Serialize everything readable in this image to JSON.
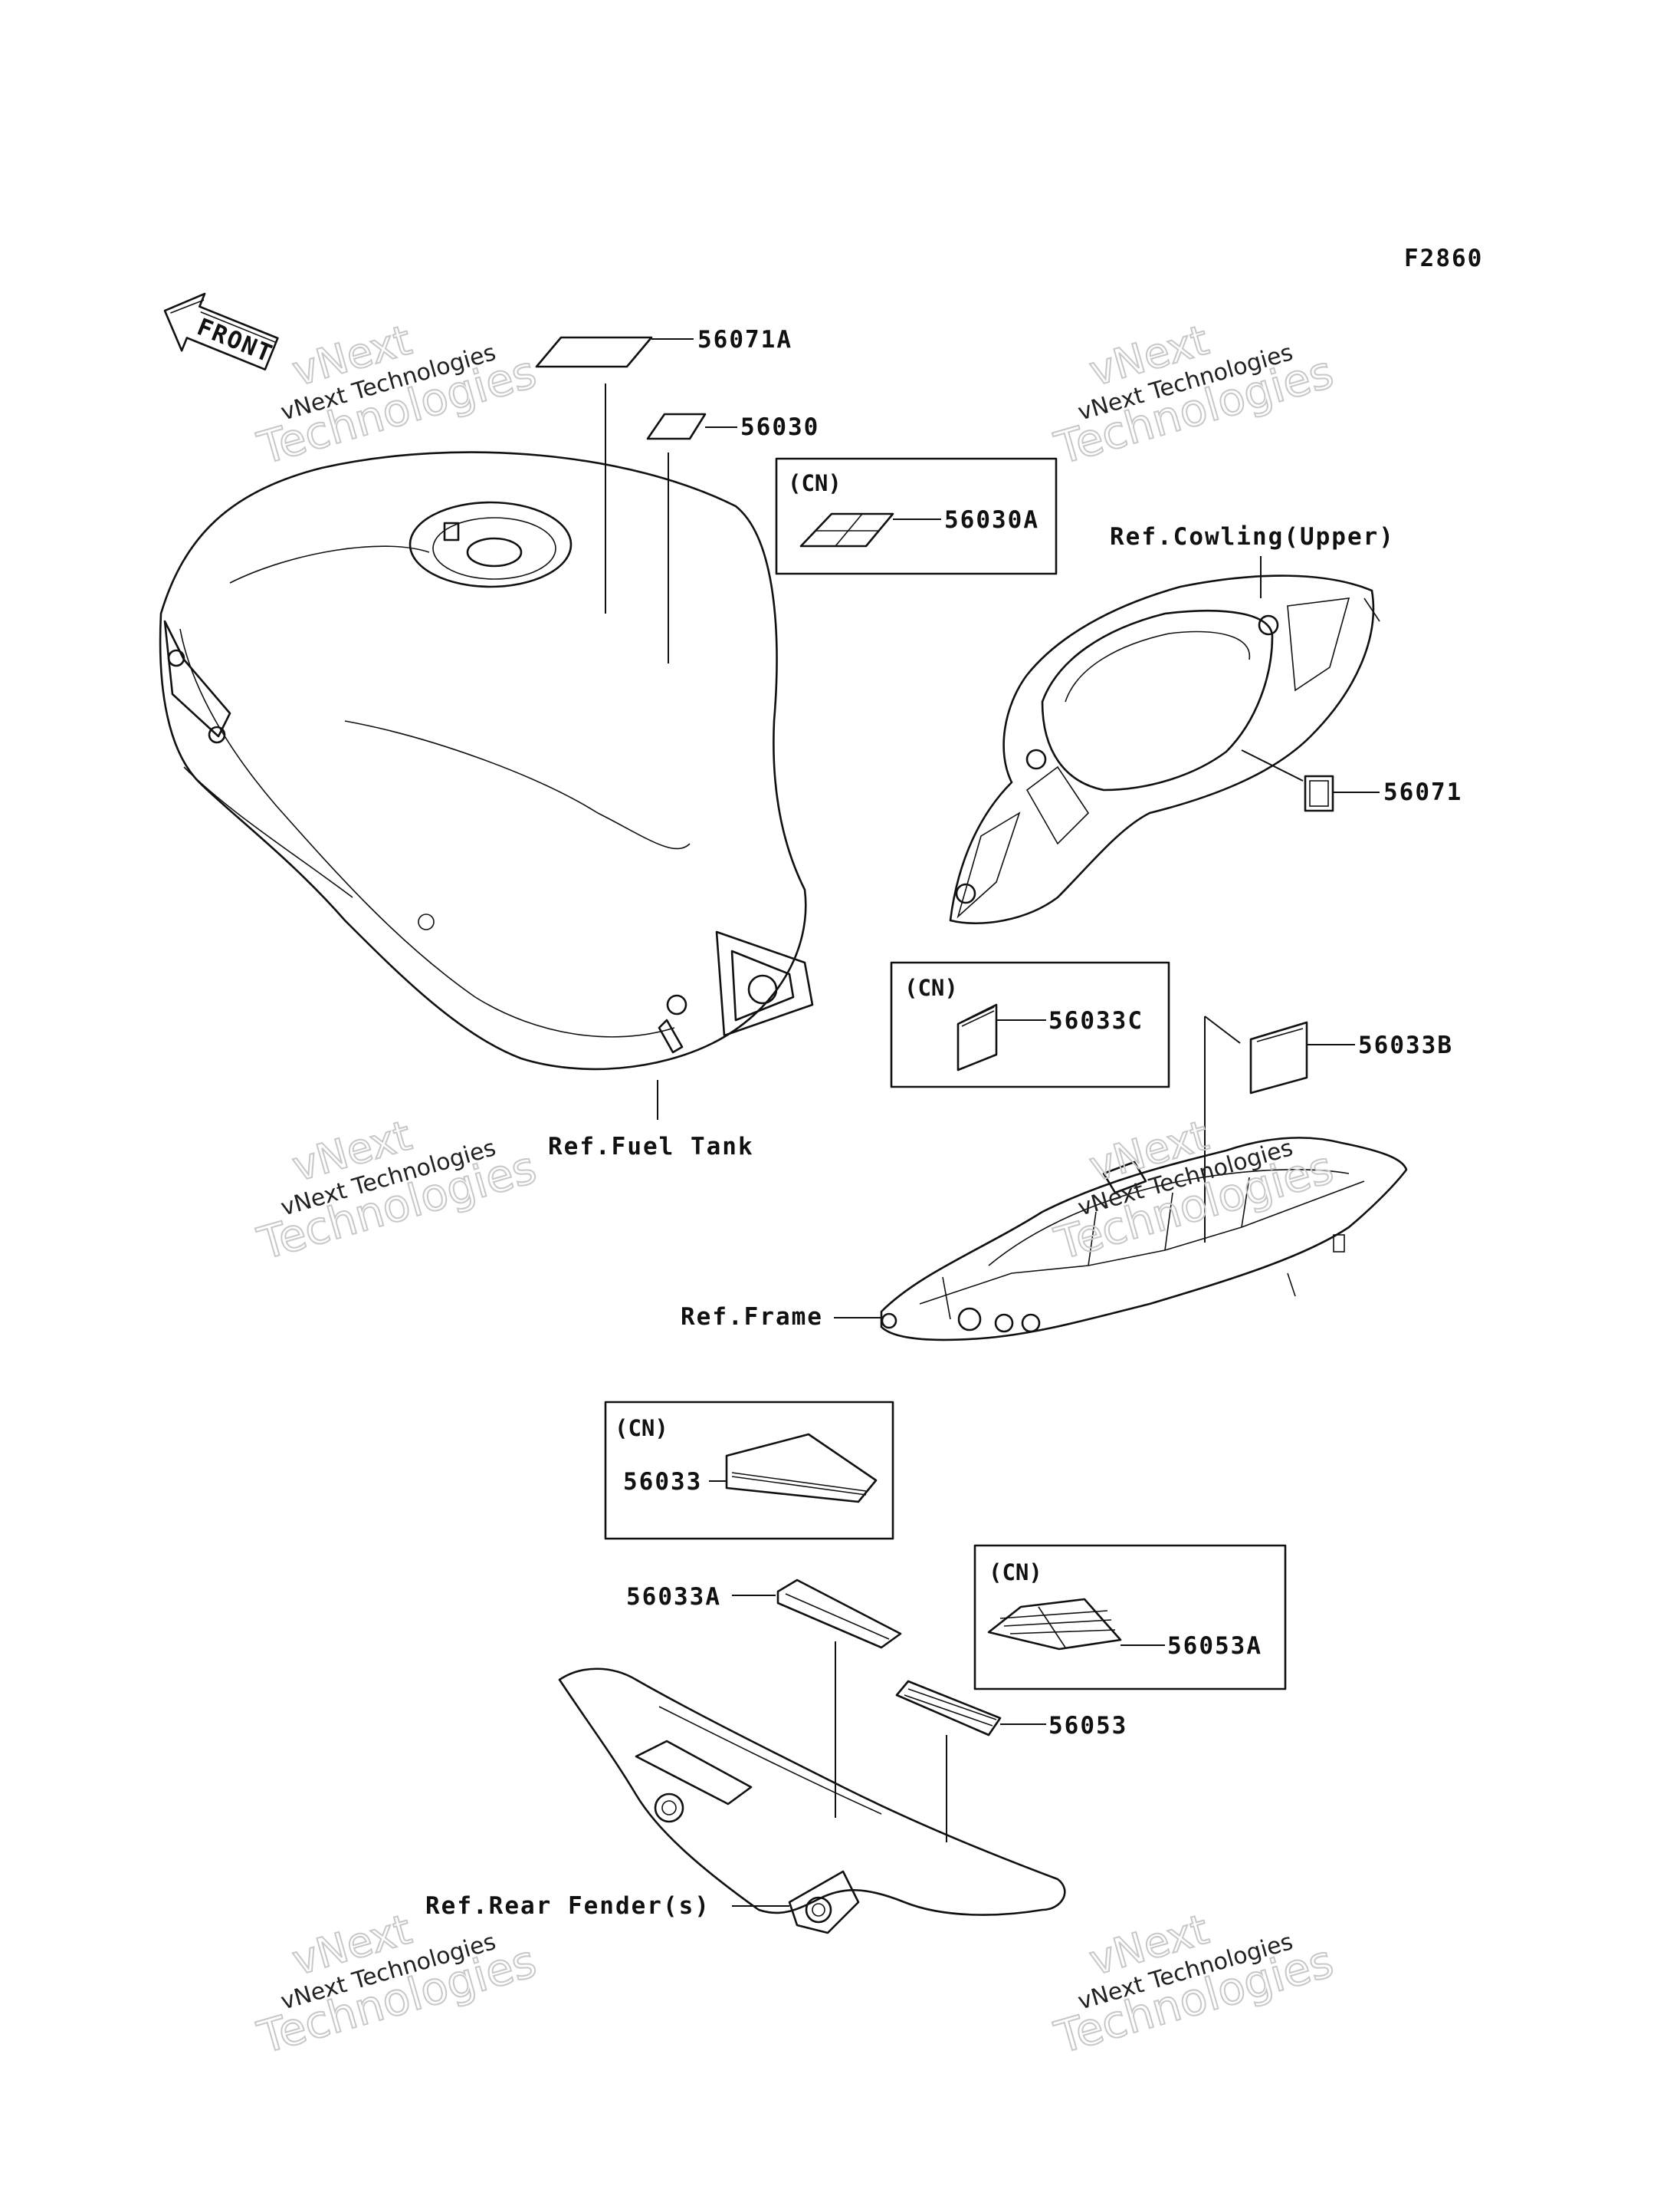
{
  "figure_code": "F2860",
  "front_label": "FRONT",
  "parts": {
    "p56071A": "56071A",
    "p56030": "56030",
    "p56030A": "56030A",
    "p56071": "56071",
    "p56033C": "56033C",
    "p56033B": "56033B",
    "p56033": "56033",
    "p56033A": "56033A",
    "p56053A": "56053A",
    "p56053": "56053"
  },
  "refs": {
    "cowling": "Ref.Cowling(Upper)",
    "fuel_tank": "Ref.Fuel Tank",
    "frame": "Ref.Frame",
    "rear_fender": "Ref.Rear Fender(s)"
  },
  "cn_tag": "(CN)",
  "watermark": {
    "line1": "vNext",
    "line2": "vNext Technologies",
    "line3": "Technologies"
  }
}
